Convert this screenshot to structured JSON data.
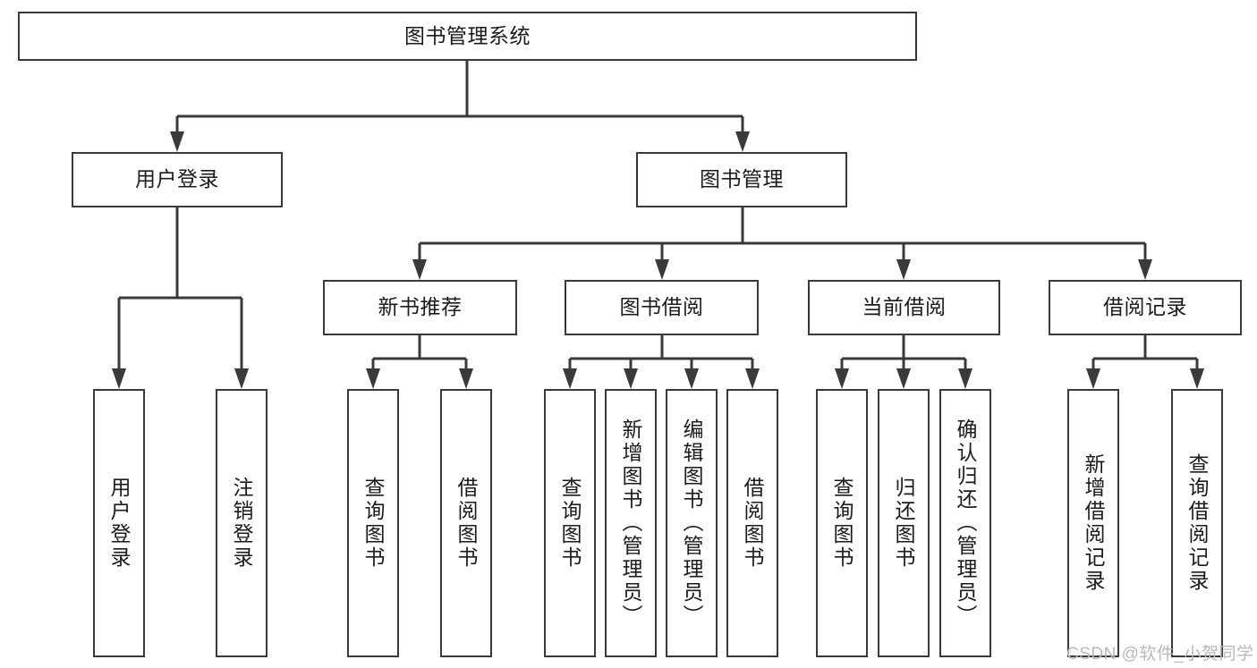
{
  "diagram": {
    "type": "tree-hierarchy-flowchart",
    "title": "图书管理系统",
    "root": {
      "id": "root",
      "label": "图书管理系统"
    },
    "level2": [
      {
        "id": "user-login",
        "label": "用户登录"
      },
      {
        "id": "book-manage",
        "label": "图书管理"
      }
    ],
    "level3": [
      {
        "id": "new-book-rec",
        "label": "新书推荐",
        "parent": "book-manage"
      },
      {
        "id": "book-borrow",
        "label": "图书借阅",
        "parent": "book-manage"
      },
      {
        "id": "current-borrow",
        "label": "当前借阅",
        "parent": "book-manage"
      },
      {
        "id": "borrow-record",
        "label": "借阅记录",
        "parent": "book-manage"
      }
    ],
    "leaves": [
      {
        "id": "leaf-user-login",
        "label": "用户登录",
        "parent": "user-login"
      },
      {
        "id": "leaf-logout-login",
        "label": "注销登录",
        "parent": "user-login"
      },
      {
        "id": "leaf-query-book-1",
        "label": "查询图书",
        "parent": "new-book-rec"
      },
      {
        "id": "leaf-borrow-book-1",
        "label": "借阅图书",
        "parent": "new-book-rec"
      },
      {
        "id": "leaf-query-book-2",
        "label": "查询图书",
        "parent": "book-borrow"
      },
      {
        "id": "leaf-add-book",
        "label": "新增图书（管理员）",
        "parent": "book-borrow"
      },
      {
        "id": "leaf-edit-book",
        "label": "编辑图书（管理员）",
        "parent": "book-borrow"
      },
      {
        "id": "leaf-borrow-book-2",
        "label": "借阅图书",
        "parent": "book-borrow"
      },
      {
        "id": "leaf-query-book-3",
        "label": "查询图书",
        "parent": "current-borrow"
      },
      {
        "id": "leaf-return-book",
        "label": "归还图书",
        "parent": "current-borrow"
      },
      {
        "id": "leaf-confirm-return",
        "label": "确认归还（管理员）",
        "parent": "current-borrow"
      },
      {
        "id": "leaf-add-record",
        "label": "新增借阅记录",
        "parent": "borrow-record"
      },
      {
        "id": "leaf-query-record",
        "label": "查询借阅记录",
        "parent": "borrow-record"
      }
    ],
    "colors": {
      "border": "#3a3a3a",
      "background": "#ffffff",
      "text": "#1b1b1b",
      "connector": "#3a3a3a",
      "watermark": "#b9b9b9"
    }
  },
  "watermark": {
    "text": "CSDN @软件_小贺同学"
  }
}
